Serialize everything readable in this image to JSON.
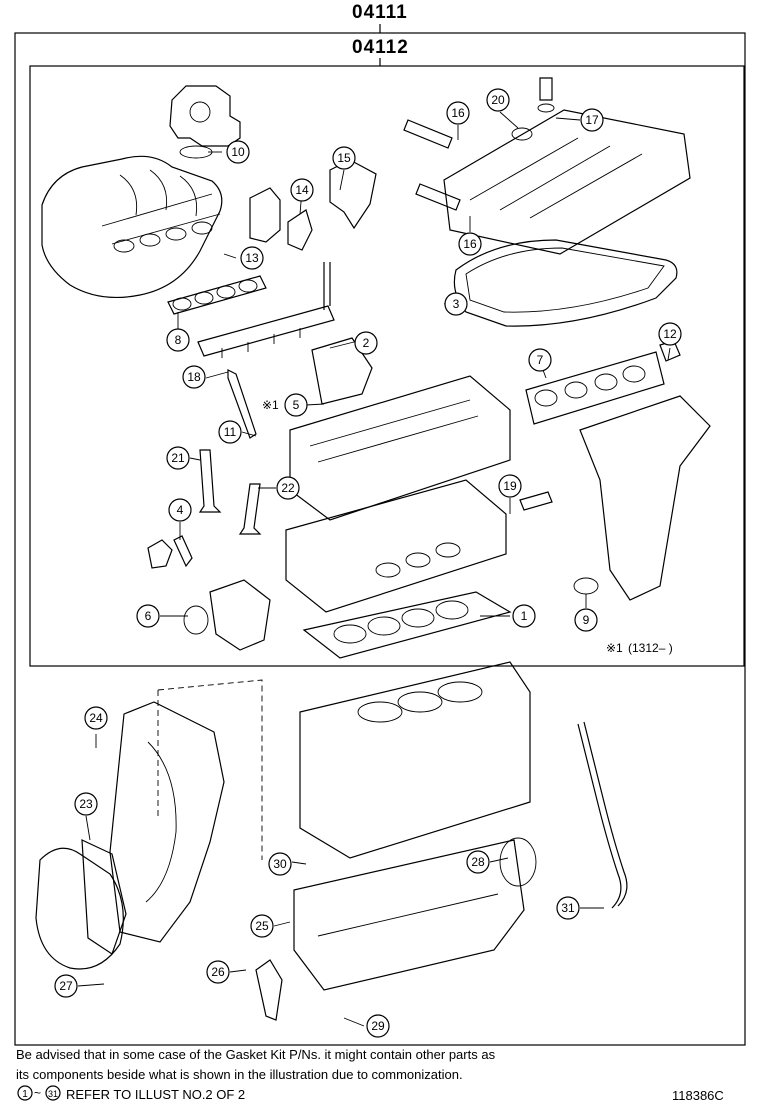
{
  "header": {
    "assembly_code": "04111",
    "kit_code": "04112"
  },
  "inset": {
    "note_marker": "※1",
    "note_text": "(1312–     )"
  },
  "callouts": [
    {
      "id": "c1",
      "label": "1"
    },
    {
      "id": "c2",
      "label": "2"
    },
    {
      "id": "c3",
      "label": "3"
    },
    {
      "id": "c4",
      "label": "4"
    },
    {
      "id": "c5",
      "label": "5",
      "prefix": "※1"
    },
    {
      "id": "c6",
      "label": "6"
    },
    {
      "id": "c7",
      "label": "7"
    },
    {
      "id": "c8",
      "label": "8"
    },
    {
      "id": "c9",
      "label": "9"
    },
    {
      "id": "c10",
      "label": "10"
    },
    {
      "id": "c11",
      "label": "11"
    },
    {
      "id": "c12",
      "label": "12"
    },
    {
      "id": "c13",
      "label": "13"
    },
    {
      "id": "c14",
      "label": "14"
    },
    {
      "id": "c15",
      "label": "15"
    },
    {
      "id": "c16a",
      "label": "16"
    },
    {
      "id": "c16b",
      "label": "16"
    },
    {
      "id": "c17",
      "label": "17"
    },
    {
      "id": "c18",
      "label": "18"
    },
    {
      "id": "c19",
      "label": "19"
    },
    {
      "id": "c20",
      "label": "20"
    },
    {
      "id": "c21",
      "label": "21"
    },
    {
      "id": "c22",
      "label": "22"
    },
    {
      "id": "c23",
      "label": "23"
    },
    {
      "id": "c24",
      "label": "24"
    },
    {
      "id": "c25",
      "label": "25"
    },
    {
      "id": "c26",
      "label": "26"
    },
    {
      "id": "c27",
      "label": "27"
    },
    {
      "id": "c28",
      "label": "28"
    },
    {
      "id": "c29",
      "label": "29"
    },
    {
      "id": "c30",
      "label": "30"
    },
    {
      "id": "c31",
      "label": "31"
    }
  ],
  "footer": {
    "advisory_line1": "Be advised that in some case of the Gasket Kit P/Ns.  it might contain other parts as",
    "advisory_line2": "its components beside what is shown in the illustration due to commonization.",
    "range_start": "1",
    "range_separator": "~",
    "range_end": "31",
    "refer_text": "REFER TO ILLUST NO.2 OF 2",
    "illustration_id": "118386C"
  }
}
